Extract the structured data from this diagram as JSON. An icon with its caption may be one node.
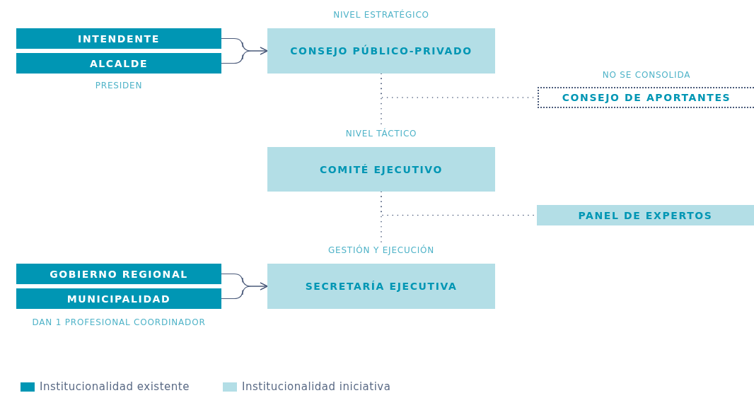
{
  "diagram": {
    "nodes": [
      {
        "text": [
          "INTENDENTE"
        ]
      },
      {
        "text": [
          "ALCALDE"
        ]
      },
      {
        "text": [
          "NIVEL ESTRATÉGICO",
          "CONSEJO PÚBLICO-PRIVADO"
        ]
      },
      {
        "text": [
          "NO SE CONSOLIDA",
          "CONSEJO DE APORTANTES"
        ]
      },
      {
        "text": [
          "NIVEL TÁCTICO",
          "COMITÉ EJECUTIVO"
        ]
      },
      {
        "text": [
          "PANEL DE EXPERTOS"
        ]
      },
      {
        "text": [
          "GOBIERNO REGIONAL"
        ]
      },
      {
        "text": [
          "MUNICIPALIDAD"
        ]
      },
      {
        "text": [
          "GESTIÓN Y EJECUCIÓN",
          "SECRETARÍA EJECUTIVA"
        ]
      }
    ],
    "edges": [
      {
        "from": 0,
        "to": 2,
        "arrow": "to"
      },
      {
        "from": 1,
        "to": 2,
        "arrow": "to"
      },
      {
        "from": 2,
        "to": 4,
        "arrow": "none",
        "style": "dashed"
      },
      {
        "from": 2,
        "to": 3,
        "arrow": "none",
        "style": "dashed"
      },
      {
        "from": 4,
        "to": 8,
        "arrow": "none",
        "style": "dashed"
      },
      {
        "from": 4,
        "to": 5,
        "arrow": "none",
        "style": "dashed"
      },
      {
        "from": 6,
        "to": 8,
        "arrow": "to"
      },
      {
        "from": 7,
        "to": 8,
        "arrow": "to"
      }
    ],
    "labels": [
      "PRESIDEN",
      "DAN 1 PROFESIONAL COORDINADOR"
    ],
    "legend": [
      {
        "text": "Institucionalidad existente",
        "color": "#0096b4"
      },
      {
        "text": "Institucionalidad iniciativa",
        "color": "#b3dee6"
      }
    ]
  }
}
